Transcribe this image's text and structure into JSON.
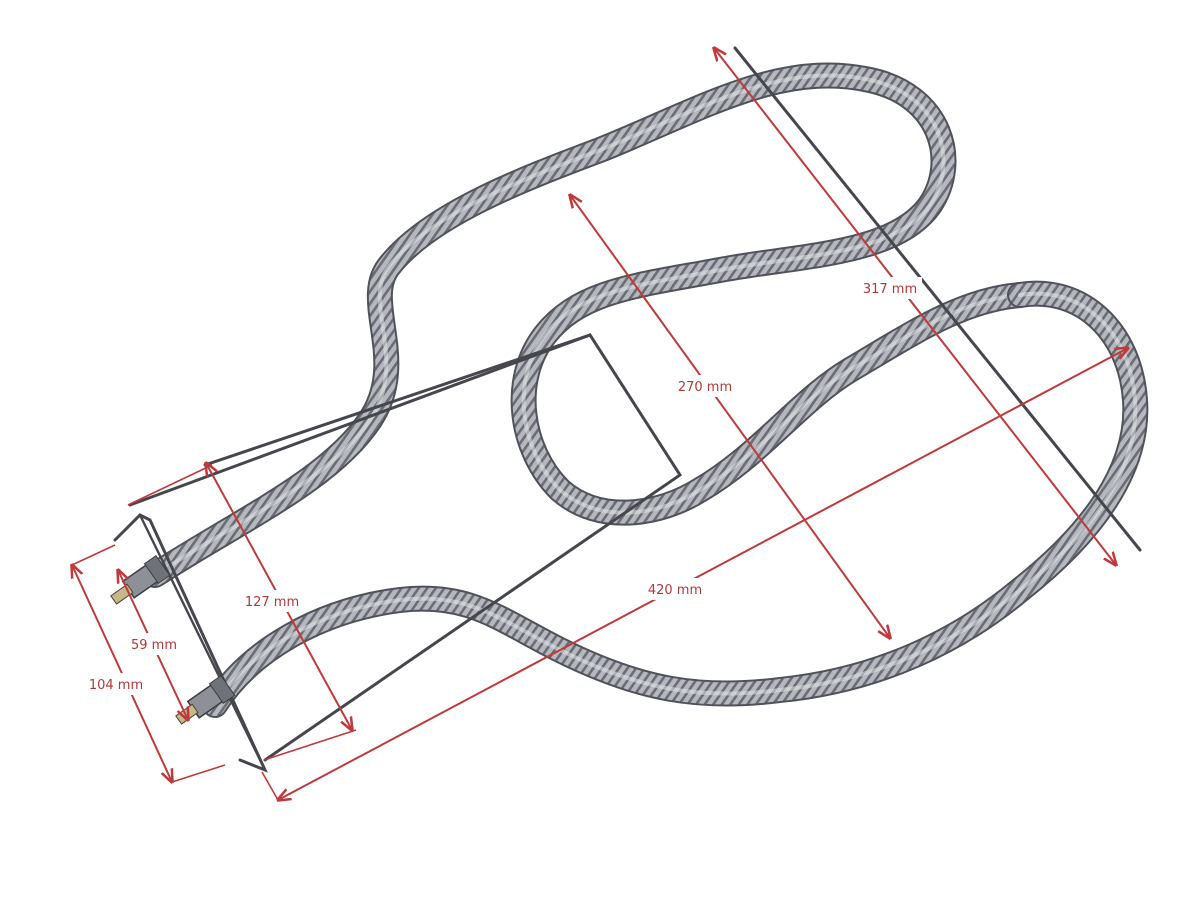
{
  "colors": {
    "background": "#ffffff",
    "dimension_line": "#c0393b",
    "dimension_text": "#b03a3a",
    "coil_metal": "#a9acb3",
    "coil_rib": "#5e6168",
    "wire_frame": "#45474d"
  },
  "dimensions": {
    "overall_length": "420 mm",
    "overall_width": "317 mm",
    "inner_width": "270 mm",
    "bracket_span": "127 mm",
    "terminal_spacing": "59 mm",
    "mount_span": "104 mm"
  }
}
